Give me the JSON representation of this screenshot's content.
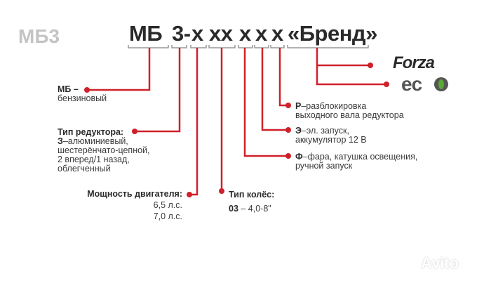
{
  "series_label": "МБ3",
  "code": {
    "segments": [
      "МБ",
      "3-",
      "х",
      "хх",
      "х",
      "х",
      "х",
      "«Бренд»"
    ]
  },
  "labels": {
    "engine_type": {
      "title": "МБ –",
      "text": "бензиновый"
    },
    "gearbox": {
      "title": "Тип редуктора:",
      "code": "З",
      "lines": [
        "–алюминиевый,",
        "шестерёнчато-цепной,",
        "2 вперед/1 назад,",
        "облегченный"
      ]
    },
    "power": {
      "title": "Мощность двигателя:",
      "values": [
        "6,5 л.с.",
        "7,0 л.с."
      ]
    },
    "wheels": {
      "title": "Тип колёс:",
      "code": "03",
      "text": " – 4,0-8\""
    },
    "option_p": {
      "code": "Р",
      "lines": [
        "–разблокировка",
        "выходного вала редуктора"
      ]
    },
    "option_e": {
      "code": "Э",
      "lines": [
        "–эл. запуск,",
        "аккумулятор 12 В"
      ]
    },
    "option_f": {
      "code": "Ф",
      "lines": [
        "–фара, катушка освещения,",
        "ручной запуск"
      ]
    }
  },
  "brands": [
    "Forza",
    "eco"
  ],
  "watermark": "Avito",
  "colors": {
    "accent": "#d0202a",
    "text": "#2a2a2a",
    "series": "#c4c4c4",
    "eco_green": "#5aa832"
  }
}
